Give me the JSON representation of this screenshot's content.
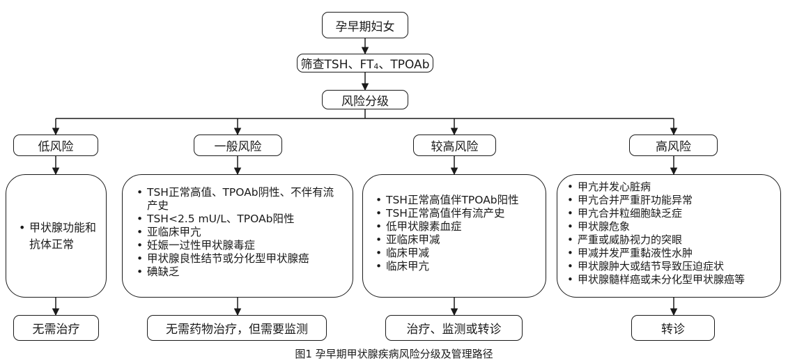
{
  "top": {
    "label": "孕早期妇女"
  },
  "screen": {
    "prefix": "筛查TSH、FT",
    "sub": "4",
    "suffix": "、TPOAb"
  },
  "risk": {
    "label": "风险分级"
  },
  "categories": [
    {
      "label": "低风险",
      "items": [
        "甲状腺功能和抗体正常"
      ],
      "outcome": "无需治疗"
    },
    {
      "label": "一般风险",
      "items": [
        "TSH正常高值、TPOAb阴性、不伴有流产史",
        "TSH<2.5 mU/L、TPOAb阳性",
        "亚临床甲亢",
        "妊娠一过性甲状腺毒症",
        "甲状腺良性结节或分化型甲状腺癌",
        "碘缺乏"
      ],
      "outcome": "无需药物治疗，但需要监测"
    },
    {
      "label": "较高风险",
      "items": [
        "TSH正常高值伴TPOAb阳性",
        "TSH正常高值伴有流产史",
        "低甲状腺素血症",
        "亚临床甲减",
        "临床甲减",
        "临床甲亢"
      ],
      "outcome": "治疗、监测或转诊"
    },
    {
      "label": "高风险",
      "items": [
        "甲亢并发心脏病",
        "甲亢合并严重肝功能异常",
        "甲亢合并粒细胞缺乏症",
        "甲状腺危象",
        "严重或威胁视力的突眼",
        "甲减并发严重黏液性水肿",
        "甲状腺肿大或结节导致压迫症状",
        "甲状腺髓样癌或未分化型甲状腺癌等"
      ],
      "outcome": "转诊"
    }
  ],
  "caption": "图1 孕早期甲状腺疾病风险分级及管理路径"
}
